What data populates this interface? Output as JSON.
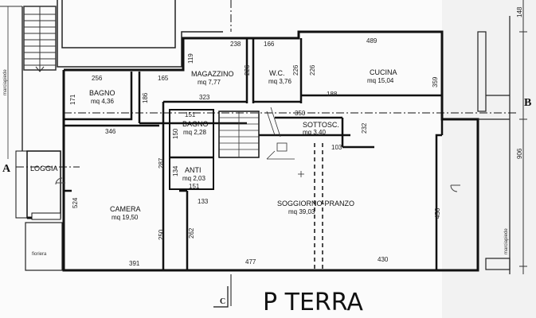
{
  "rooms": [
    {
      "key": "bagno1",
      "name": "BAGNO",
      "area": "mq 4,36"
    },
    {
      "key": "magazzino",
      "name": "MAGAZZINO",
      "area": "mq 7,77"
    },
    {
      "key": "wc",
      "name": "W.C.",
      "area": "mq 3,76"
    },
    {
      "key": "cucina",
      "name": "CUCINA",
      "area": "mq 15,04"
    },
    {
      "key": "bagno2",
      "name": "BAGNO",
      "area": "mq 2,28"
    },
    {
      "key": "sottosc",
      "name": "SOTTOSC.",
      "area": "mq 3,40"
    },
    {
      "key": "anti",
      "name": "ANTI",
      "area": "mq 2,03"
    },
    {
      "key": "camera",
      "name": "CAMERA",
      "area": "mq 19,50"
    },
    {
      "key": "soggiorno",
      "name": "SOGGIORNO-PRANZO",
      "area": "mq 39,03"
    },
    {
      "key": "loggia",
      "name": "LOGGIA",
      "area": ""
    }
  ],
  "dimensions": {
    "d238": "238",
    "d166": "166",
    "d489": "489",
    "d119": "119",
    "d256": "256",
    "d165": "165",
    "d226a": "226",
    "d226b": "226",
    "d226c": "226",
    "d171": "171",
    "d186": "186",
    "d323": "323",
    "d359": "359",
    "d188": "188",
    "d350": "350",
    "d151a": "151",
    "d150": "150",
    "d346": "346",
    "d232": "232",
    "d103": "103",
    "d287": "287",
    "d134": "134",
    "d151b": "151",
    "d133": "133",
    "d524": "524",
    "d456": "456",
    "d262": "262",
    "d250": "250",
    "d391": "391",
    "d477": "477",
    "d430": "430",
    "d906": "906",
    "d148": "148"
  },
  "labels": {
    "section_a": "A",
    "section_b": "B",
    "section_c": "C",
    "fioriera": "fioriera",
    "marciapiede_left": "marciapiede",
    "marciapiede_right": "marciapiede",
    "title": "P TERRA"
  }
}
